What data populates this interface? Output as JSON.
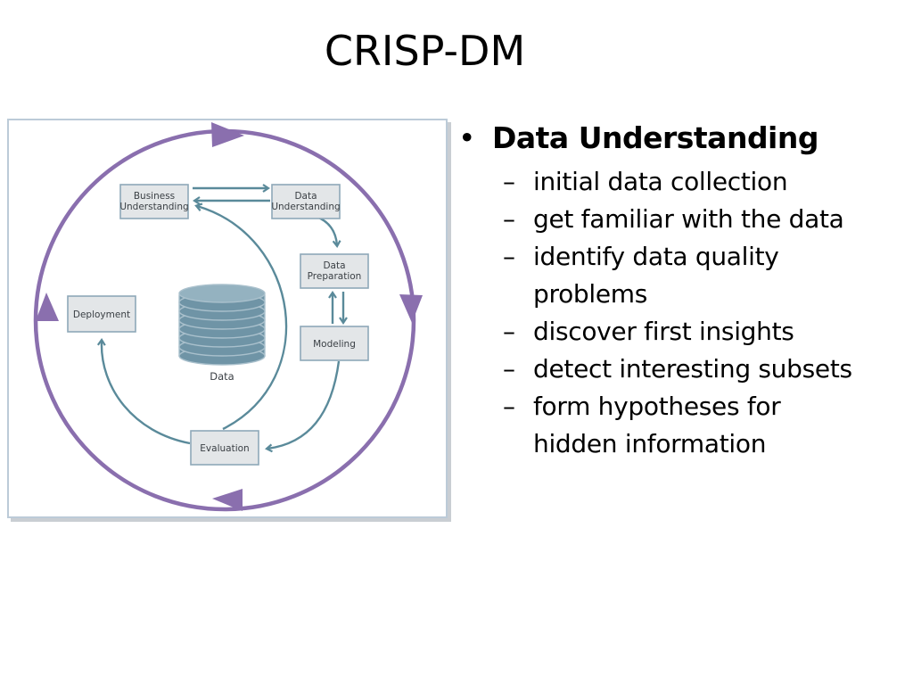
{
  "slide": {
    "title": "CRISP-DM"
  },
  "diagram": {
    "stages": {
      "business_understanding": [
        "Business",
        "Understanding"
      ],
      "data_understanding": [
        "Data",
        "Understanding"
      ],
      "data_preparation": [
        "Data",
        "Preparation"
      ],
      "modeling": "Modeling",
      "evaluation": "Evaluation",
      "deployment": "Deployment"
    },
    "data_store_label": "Data",
    "colors": {
      "outer_cycle": "#8a6fae",
      "inner_arrows": "#5a8a9a",
      "stage_fill": "#e3e6e8",
      "database": "#6f94a6"
    }
  },
  "bullets": {
    "heading": "Data Understanding",
    "marker": "•",
    "sub_marker": "–",
    "items": [
      "initial data collection",
      "get familiar with the data",
      "identify data quality problems",
      "discover first insights",
      "detect interesting subsets",
      "form hypotheses for hidden information"
    ]
  }
}
